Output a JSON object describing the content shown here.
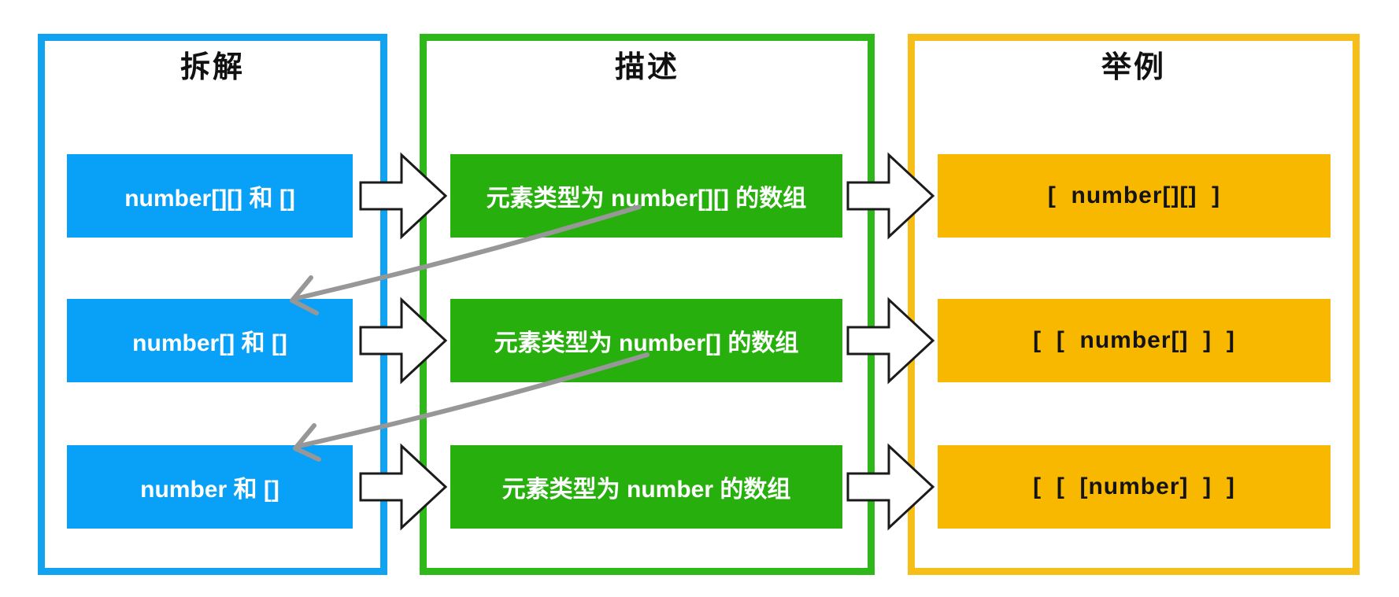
{
  "page": {
    "background": "#FFFFFF"
  },
  "columns": [
    {
      "id": "decompose",
      "title": "拆解",
      "border_color": "#12A3F0",
      "box_color": "#09A0F7",
      "text_color": "#FFFFFF",
      "items": [
        "number[][] 和 []",
        "number[] 和 []",
        "number 和 []"
      ]
    },
    {
      "id": "describe",
      "title": "描述",
      "border_color": "#2FB81A",
      "box_color": "#27B00D",
      "text_color": "#FFFFFF",
      "items": [
        "元素类型为 number[][] 的数组",
        "元素类型为 number[] 的数组",
        "元素类型为 number 的数组"
      ]
    },
    {
      "id": "example",
      "title": "举例",
      "border_color": "#F6BE19",
      "box_color": "#F8B800",
      "text_color": "#141414",
      "items": [
        "[  number[][]  ]",
        "[  [  number[]  ]  ]",
        "[  [  [number]  ]  ]"
      ]
    }
  ],
  "arrows": {
    "block_arrow_fill": "#FFFFFF",
    "block_arrow_stroke": "#1B1B1B",
    "feedback_arrow_color": "#979797"
  }
}
